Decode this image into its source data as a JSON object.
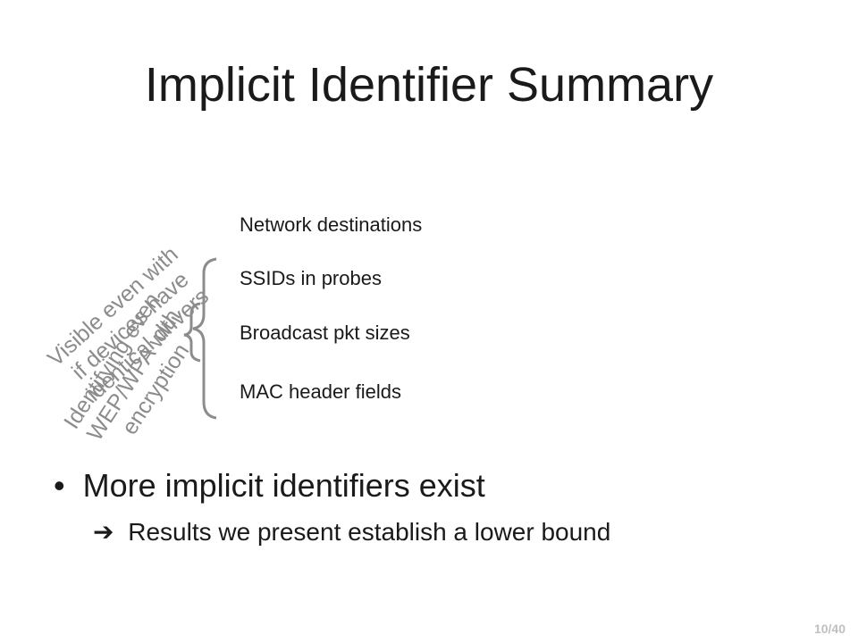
{
  "slide": {
    "title": "Implicit Identifier Summary",
    "identifiers": [
      "Network destinations",
      "SSIDs in probes",
      "Broadcast pkt sizes",
      "MAC header fields"
    ],
    "rotated_notes": {
      "note_identifying": [
        "Identifying even",
        "WEP/WPA with",
        "encryption"
      ],
      "note_visible": [
        "Visible even with",
        "if devices have",
        "identical drivers"
      ]
    },
    "bullet": {
      "symbol": "•",
      "text": "More implicit identifiers exist"
    },
    "sub_bullet": {
      "arrow": "➔",
      "text": "Results we present establish a lower bound"
    },
    "page_number": "10/40"
  },
  "colors": {
    "text": "#1a1a1a",
    "rotated_text": "#8c8c8c",
    "brace": "#8c8c8c",
    "page_number": "#bfbfbf"
  }
}
